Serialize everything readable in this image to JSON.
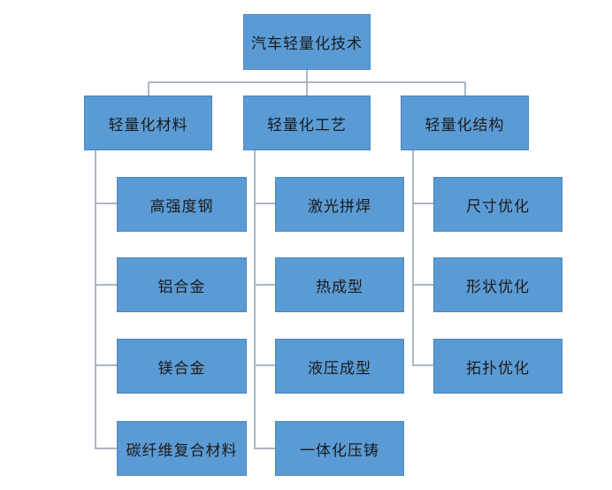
{
  "root": {
    "label": "汽车轻量化技术"
  },
  "branches": [
    {
      "label": "轻量化材料",
      "items": [
        "高强度钢",
        "铝合金",
        "镁合金",
        "碳纤维复合材料"
      ]
    },
    {
      "label": "轻量化工艺",
      "items": [
        "激光拼焊",
        "热成型",
        "液压成型",
        "一体化压铸"
      ]
    },
    {
      "label": "轻量化结构",
      "items": [
        "尺寸优化",
        "形状优化",
        "拓扑优化"
      ]
    }
  ],
  "colors": {
    "box_fill": "#5b9bd5",
    "box_border": "#4a86bf",
    "connector": "#adb6c2",
    "text": "#1b1b1b"
  }
}
